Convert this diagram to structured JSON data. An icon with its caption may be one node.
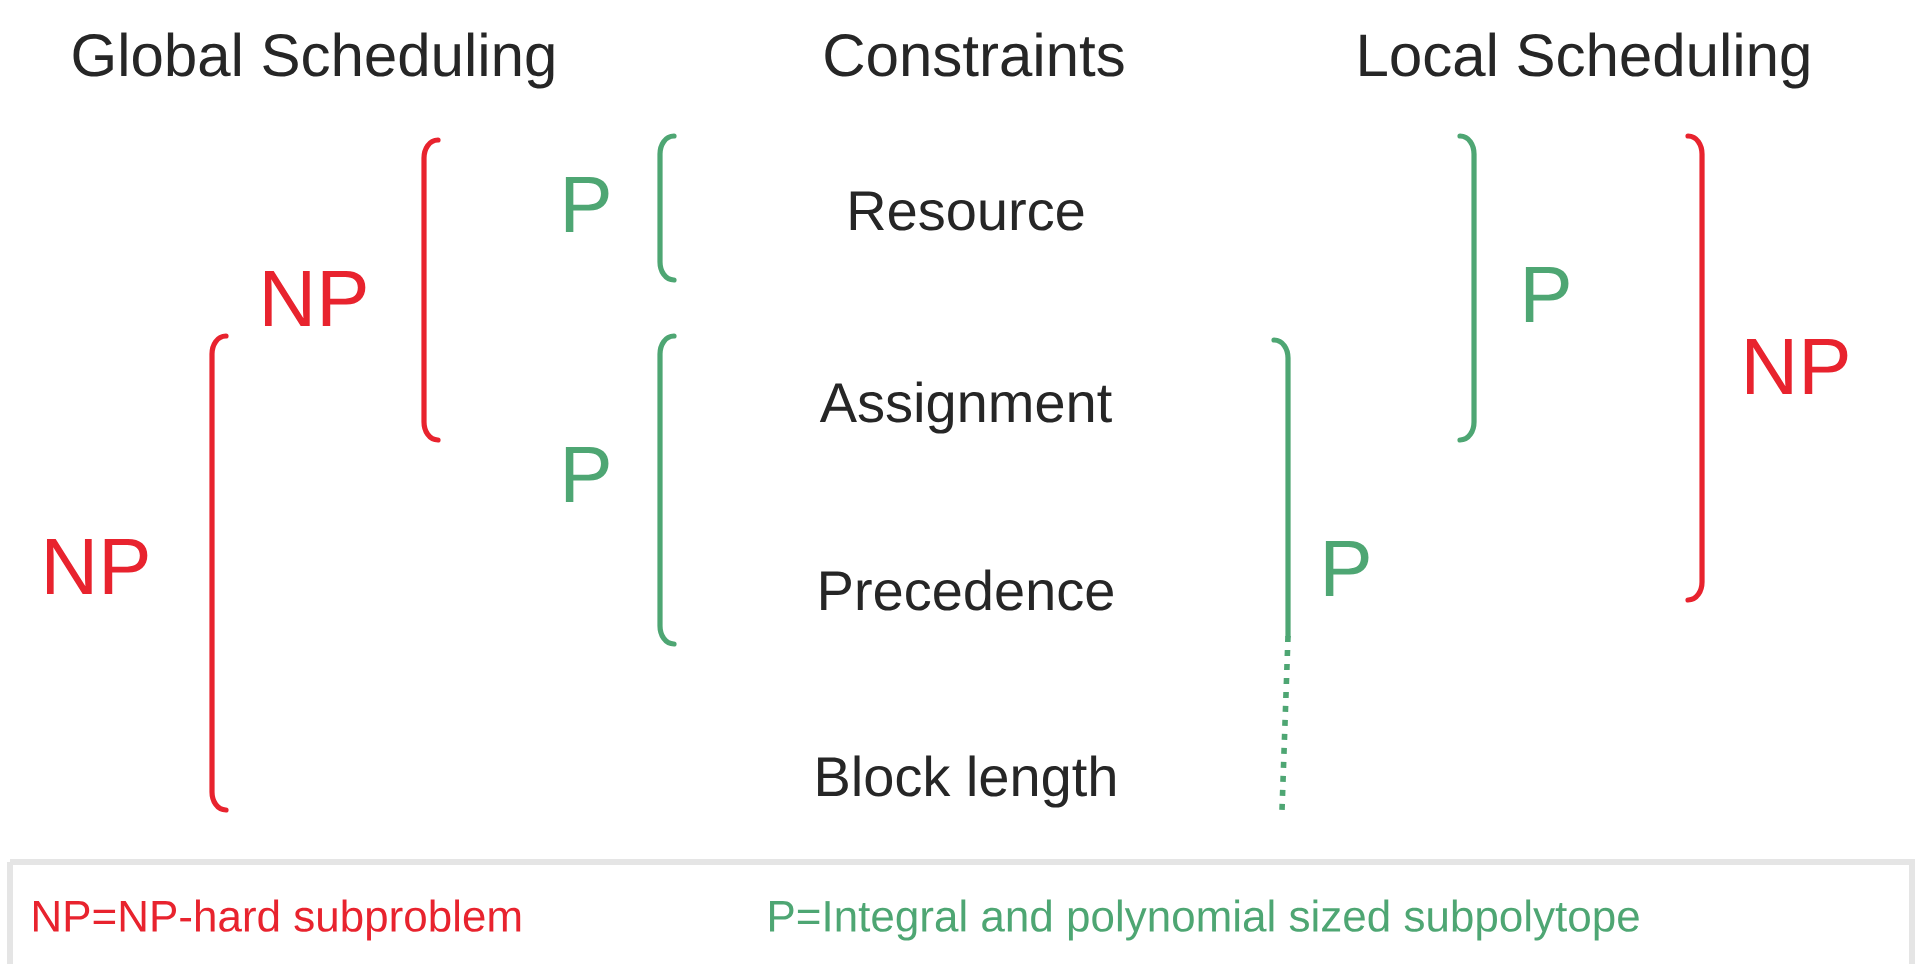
{
  "diagram": {
    "labels": [
      "Global Scheduling",
      "Constraints",
      "Local Scheduling",
      "P",
      "Resource",
      "NP",
      "P",
      "NP",
      "Assignment",
      "P",
      "NP",
      "Precedence",
      "P",
      "Block length"
    ],
    "legend": [
      {
        "text": "NP=NP-hard subproblem",
        "color": "#e8232e"
      },
      {
        "text": "P=Integral and polynomial sized subpolytope",
        "color": "#4ea673"
      }
    ]
  }
}
